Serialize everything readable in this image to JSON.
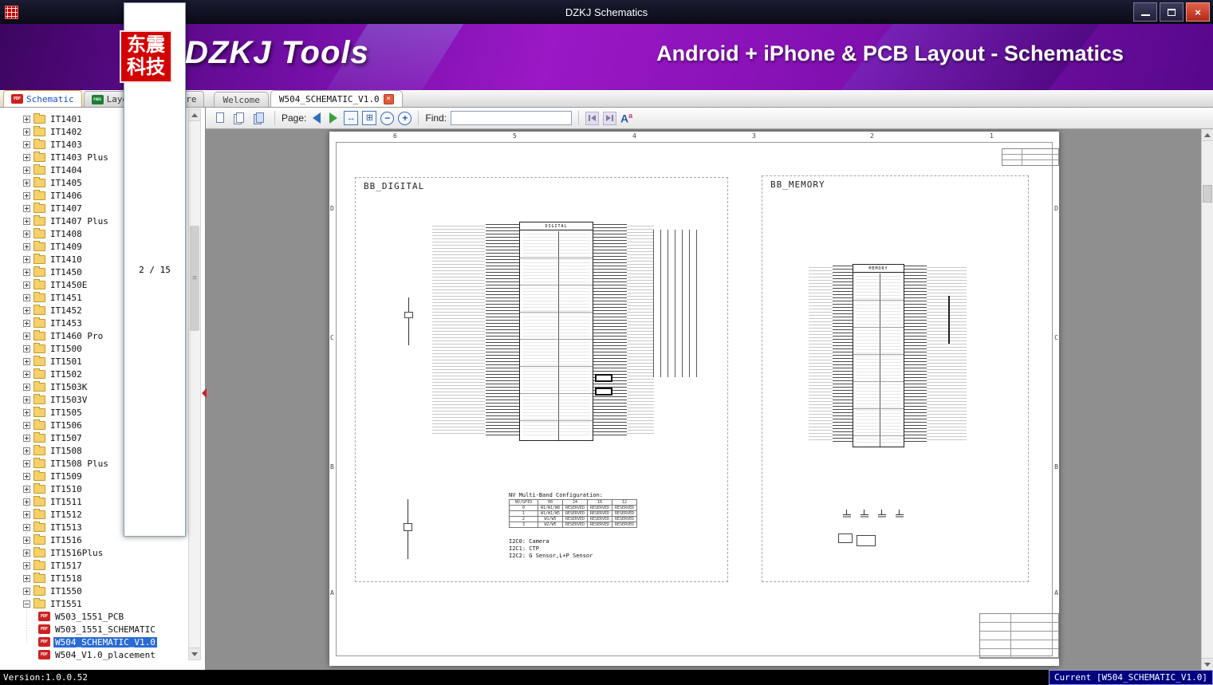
{
  "window": {
    "title": "DZKJ Schematics"
  },
  "banner": {
    "logo_line1": "东震",
    "logo_line2": "科技",
    "app_name": "DZKJ Tools",
    "tagline": "Android + iPhone & PCB Layout - Schematics"
  },
  "tabs": {
    "mode": [
      "Schematic",
      "Layout",
      "Share"
    ],
    "docs": [
      "Welcome",
      "W504_SCHEMATIC_V1.0"
    ]
  },
  "toolbar": {
    "page_label": "Page:",
    "page_value": "2 / 15",
    "find_label": "Find:",
    "find_value": ""
  },
  "icons": {
    "pdf_badge": "PDF",
    "pads_badge": "PADS",
    "fit_width": "↔",
    "fit_page": "⊞",
    "zoom_out": "−",
    "zoom_in": "+",
    "font_size": "A",
    "font_size_small": "a"
  },
  "sidebar": {
    "folders": [
      "IT1401",
      "IT1402",
      "IT1403",
      "IT1403 Plus",
      "IT1404",
      "IT1405",
      "IT1406",
      "IT1407",
      "IT1407 Plus",
      "IT1408",
      "IT1409",
      "IT1410",
      "IT1450",
      "IT1450E",
      "IT1451",
      "IT1452",
      "IT1453",
      "IT1460 Pro",
      "IT1500",
      "IT1501",
      "IT1502",
      "IT1503K",
      "IT1503V",
      "IT1505",
      "IT1506",
      "IT1507",
      "IT1508",
      "IT1508 Plus",
      "IT1509",
      "IT1510",
      "IT1511",
      "IT1512",
      "IT1513",
      "IT1516",
      "IT1516Plus",
      "IT1517",
      "IT1518",
      "IT1550",
      "IT1551"
    ],
    "files": [
      "W503_1551_PCB",
      "W503_1551_SCHEMATIC",
      "W504_SCHEMATIC_V1.0",
      "W504_V1.0_placement"
    ]
  },
  "schematic": {
    "grid_cols": [
      "6",
      "5",
      "4",
      "3",
      "2",
      "1"
    ],
    "grid_rows": [
      "D",
      "C",
      "B",
      "A"
    ],
    "digital_title": "BB_DIGITAL",
    "memory_title": "BB_MEMORY",
    "digital_chip": "DIGITAL",
    "memory_chip": "MEMORY",
    "nv_title": "NV Multi-Band Configuration:",
    "nv_cols": [
      "NV/GPIO",
      "00",
      "24",
      "16",
      "12"
    ],
    "nv_rows": [
      [
        "0",
        "W1/W1/W8",
        "RESERVED",
        "RESERVED",
        "RESERVED"
      ],
      [
        "1",
        "W1/W1/W5",
        "RESERVED",
        "RESERVED",
        "RESERVED"
      ],
      [
        "2",
        "W1/W5",
        "RESERVED",
        "RESERVED",
        "RESERVED"
      ],
      [
        "3",
        "W2/W5",
        "RESERVED",
        "RESERVED",
        "RESERVED"
      ]
    ],
    "i2c_notes": [
      "I2C0: Camera",
      "I2C1: CTP",
      "I2C2: G Sensor,L+P Sensor"
    ]
  },
  "status": {
    "left": "Version:1.0.0.52",
    "right": "Current [W504_SCHEMATIC_V1.0]"
  }
}
